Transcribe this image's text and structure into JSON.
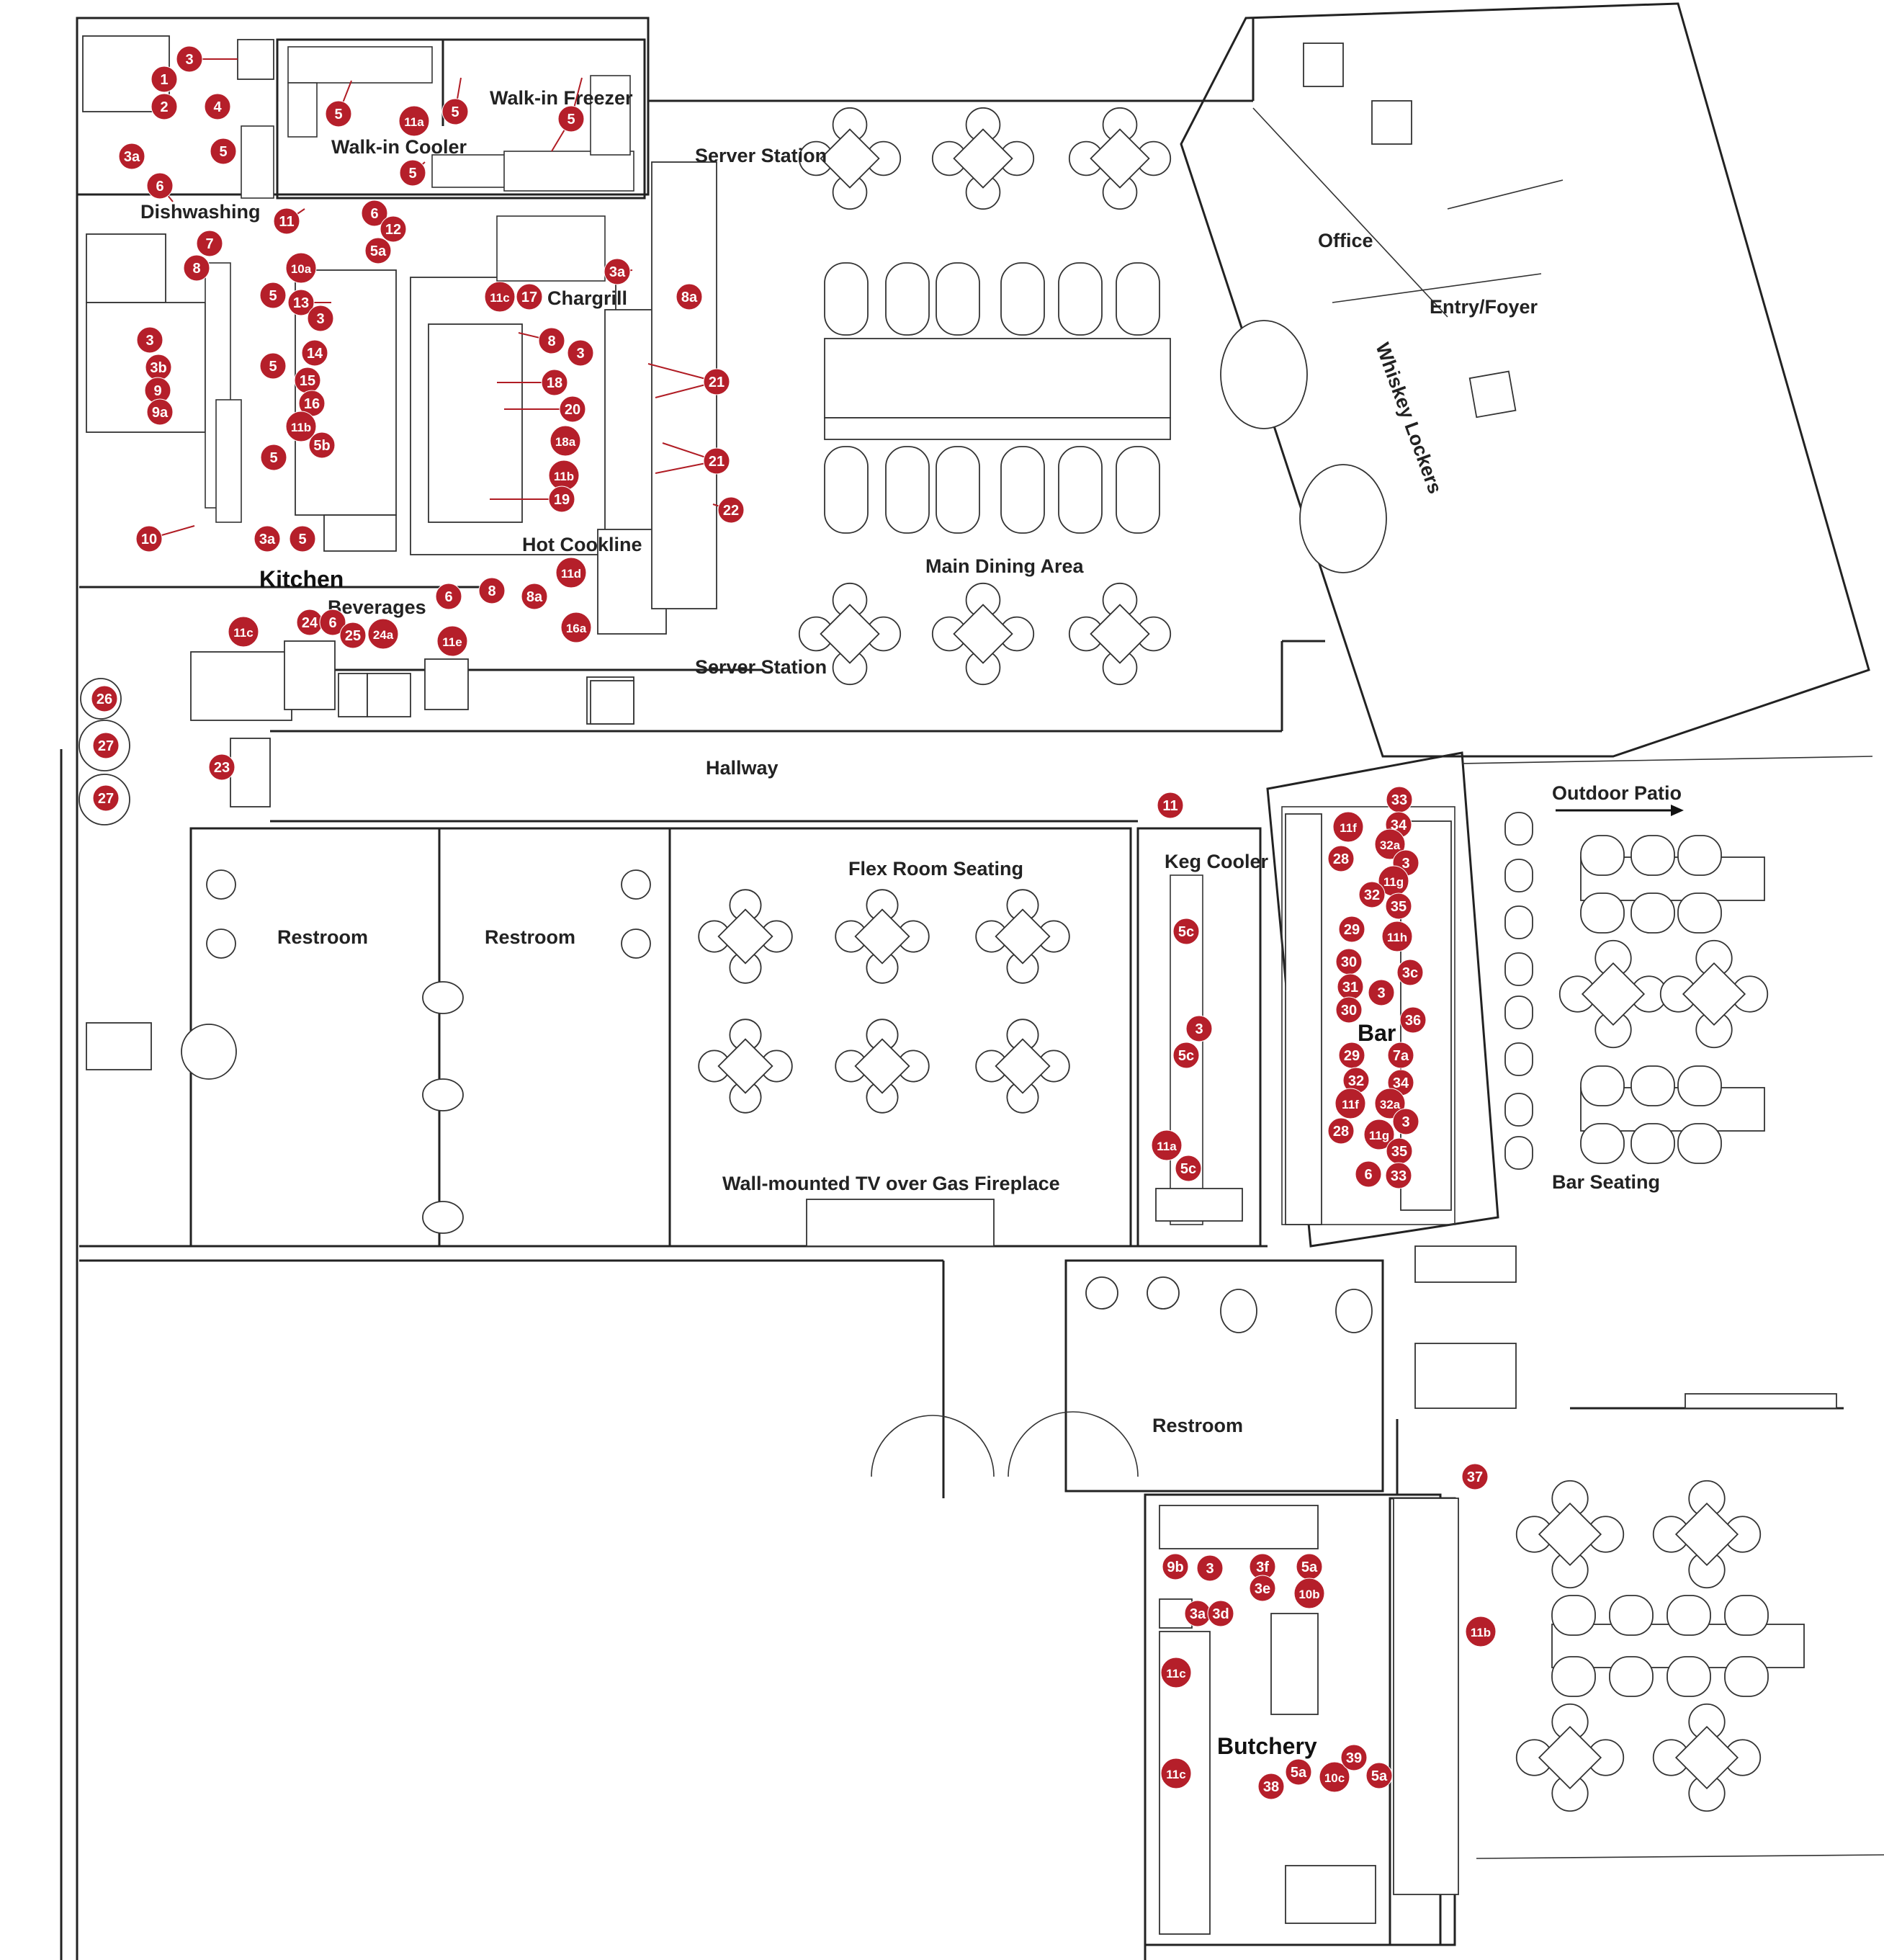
{
  "colors": {
    "tag": "#b51f2a",
    "line": "#222222",
    "background": "#ffffff"
  },
  "rooms": {
    "kitchen": "Kitchen",
    "dishwashing": "Dishwashing",
    "walk_in_cooler": "Walk-in Cooler",
    "walk_in_freezer": "Walk-in Freezer",
    "chargrill": "Chargrill",
    "hot_cookline": "Hot Cookline",
    "beverages": "Beverages",
    "server_station_top": "Server Station",
    "server_station_bottom": "Server Station",
    "main_dining": "Main Dining Area",
    "office": "Office",
    "entry_foyer": "Entry/Foyer",
    "whiskey_lockers": "Whiskey Lockers",
    "hallway": "Hallway",
    "restroom_left": "Restroom",
    "restroom_mid": "Restroom",
    "restroom_bottom": "Restroom",
    "flex_room": "Flex Room Seating",
    "keg_cooler": "Keg Cooler",
    "bar": "Bar",
    "outdoor_patio": "Outdoor Patio",
    "bar_seating": "Bar Seating",
    "fireplace": "Wall-mounted TV over Gas Fireplace",
    "butchery": "Butchery"
  },
  "tags": [
    {
      "id": "1"
    },
    {
      "id": "2"
    },
    {
      "id": "3"
    },
    {
      "id": "4"
    },
    {
      "id": "5"
    },
    {
      "id": "11a"
    },
    {
      "id": "5"
    },
    {
      "id": "5"
    },
    {
      "id": "5"
    },
    {
      "id": "3a"
    },
    {
      "id": "5"
    },
    {
      "id": "6"
    },
    {
      "id": "11"
    },
    {
      "id": "6"
    },
    {
      "id": "12"
    },
    {
      "id": "7"
    },
    {
      "id": "8"
    },
    {
      "id": "10a"
    },
    {
      "id": "5a"
    },
    {
      "id": "13"
    },
    {
      "id": "3"
    },
    {
      "id": "5"
    },
    {
      "id": "3"
    },
    {
      "id": "3b"
    },
    {
      "id": "9"
    },
    {
      "id": "9a"
    },
    {
      "id": "5"
    },
    {
      "id": "14"
    },
    {
      "id": "15"
    },
    {
      "id": "16"
    },
    {
      "id": "11b"
    },
    {
      "id": "5b"
    },
    {
      "id": "5"
    },
    {
      "id": "10"
    },
    {
      "id": "3a"
    },
    {
      "id": "5"
    },
    {
      "id": "11c"
    },
    {
      "id": "17"
    },
    {
      "id": "3a"
    },
    {
      "id": "8a"
    },
    {
      "id": "8"
    },
    {
      "id": "3"
    },
    {
      "id": "18"
    },
    {
      "id": "21"
    },
    {
      "id": "20"
    },
    {
      "id": "18a"
    },
    {
      "id": "11b"
    },
    {
      "id": "21"
    },
    {
      "id": "19"
    },
    {
      "id": "22"
    },
    {
      "id": "11d"
    },
    {
      "id": "6"
    },
    {
      "id": "8"
    },
    {
      "id": "8a"
    },
    {
      "id": "11c"
    },
    {
      "id": "24"
    },
    {
      "id": "6"
    },
    {
      "id": "25"
    },
    {
      "id": "24a"
    },
    {
      "id": "11e"
    },
    {
      "id": "16a"
    },
    {
      "id": "26"
    },
    {
      "id": "27"
    },
    {
      "id": "27"
    },
    {
      "id": "23"
    },
    {
      "id": "11"
    },
    {
      "id": "5c"
    },
    {
      "id": "3"
    },
    {
      "id": "5c"
    },
    {
      "id": "11a"
    },
    {
      "id": "5c"
    },
    {
      "id": "33"
    },
    {
      "id": "11f"
    },
    {
      "id": "34"
    },
    {
      "id": "28"
    },
    {
      "id": "32a"
    },
    {
      "id": "3"
    },
    {
      "id": "11g"
    },
    {
      "id": "32"
    },
    {
      "id": "35"
    },
    {
      "id": "29"
    },
    {
      "id": "11h"
    },
    {
      "id": "30"
    },
    {
      "id": "3c"
    },
    {
      "id": "31"
    },
    {
      "id": "3"
    },
    {
      "id": "30"
    },
    {
      "id": "36"
    },
    {
      "id": "29"
    },
    {
      "id": "7a"
    },
    {
      "id": "32"
    },
    {
      "id": "34"
    },
    {
      "id": "11f"
    },
    {
      "id": "32a"
    },
    {
      "id": "3"
    },
    {
      "id": "28"
    },
    {
      "id": "11g"
    },
    {
      "id": "35"
    },
    {
      "id": "6"
    },
    {
      "id": "33"
    },
    {
      "id": "37"
    },
    {
      "id": "9b"
    },
    {
      "id": "3"
    },
    {
      "id": "3f"
    },
    {
      "id": "5a"
    },
    {
      "id": "3e"
    },
    {
      "id": "10b"
    },
    {
      "id": "3a"
    },
    {
      "id": "3d"
    },
    {
      "id": "11b"
    },
    {
      "id": "11c"
    },
    {
      "id": "11c"
    },
    {
      "id": "38"
    },
    {
      "id": "5a"
    },
    {
      "id": "10c"
    },
    {
      "id": "39"
    },
    {
      "id": "5a"
    }
  ]
}
